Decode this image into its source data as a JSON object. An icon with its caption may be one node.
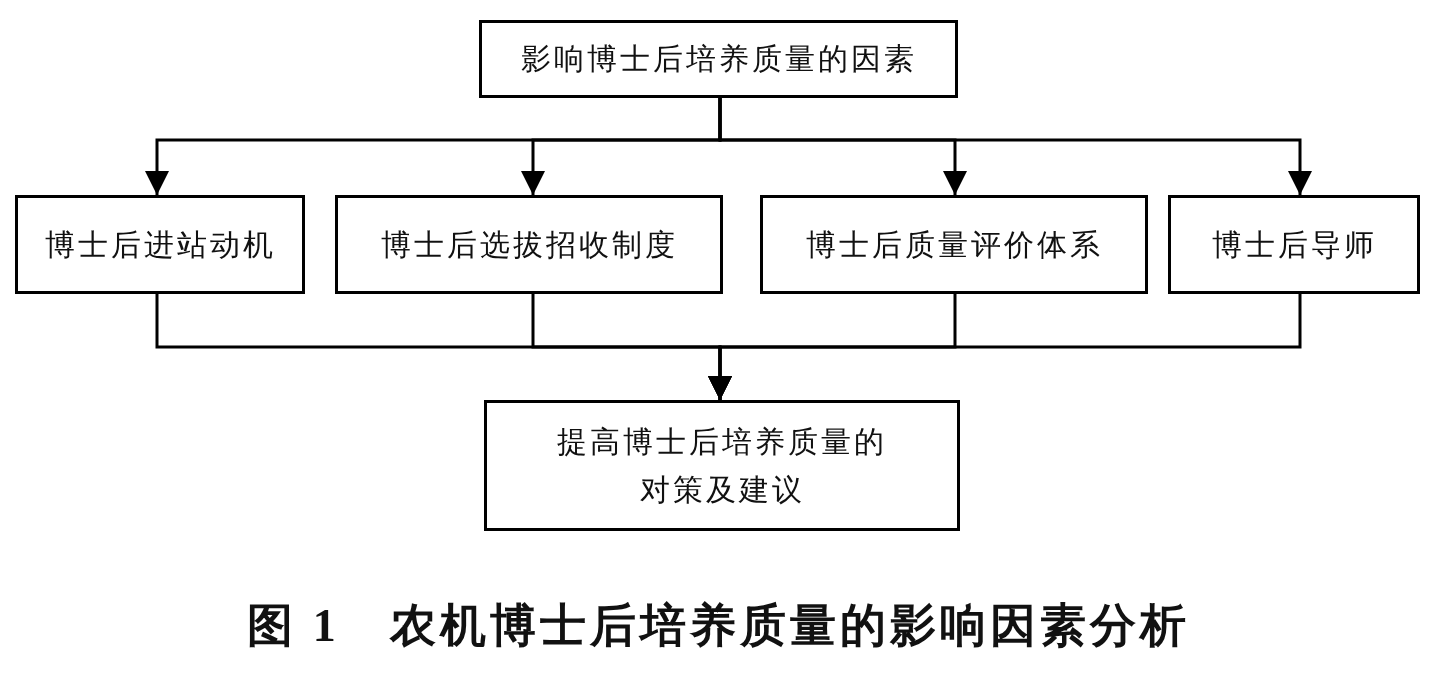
{
  "diagram": {
    "caption": "图 1　农机博士后培养质量的影响因素分析",
    "nodes": [
      {
        "text": [
          "影响博士后培养质量的因素"
        ]
      },
      {
        "text": [
          "博士后进站动机"
        ]
      },
      {
        "text": [
          "博士后选拔招收制度"
        ]
      },
      {
        "text": [
          "博士后质量评价体系"
        ]
      },
      {
        "text": [
          "博士后导师"
        ]
      },
      {
        "text": [
          "提高博士后培养质量的对策及建议"
        ]
      }
    ],
    "edges": [
      {
        "from": 0,
        "to": 1,
        "arrow": "to"
      },
      {
        "from": 0,
        "to": 2,
        "arrow": "to"
      },
      {
        "from": 0,
        "to": 3,
        "arrow": "to"
      },
      {
        "from": 0,
        "to": 4,
        "arrow": "to"
      },
      {
        "from": 1,
        "to": 5,
        "arrow": "to"
      },
      {
        "from": 2,
        "to": 5,
        "arrow": "to"
      },
      {
        "from": 3,
        "to": 5,
        "arrow": "to"
      },
      {
        "from": 4,
        "to": 5,
        "arrow": "to"
      }
    ]
  }
}
